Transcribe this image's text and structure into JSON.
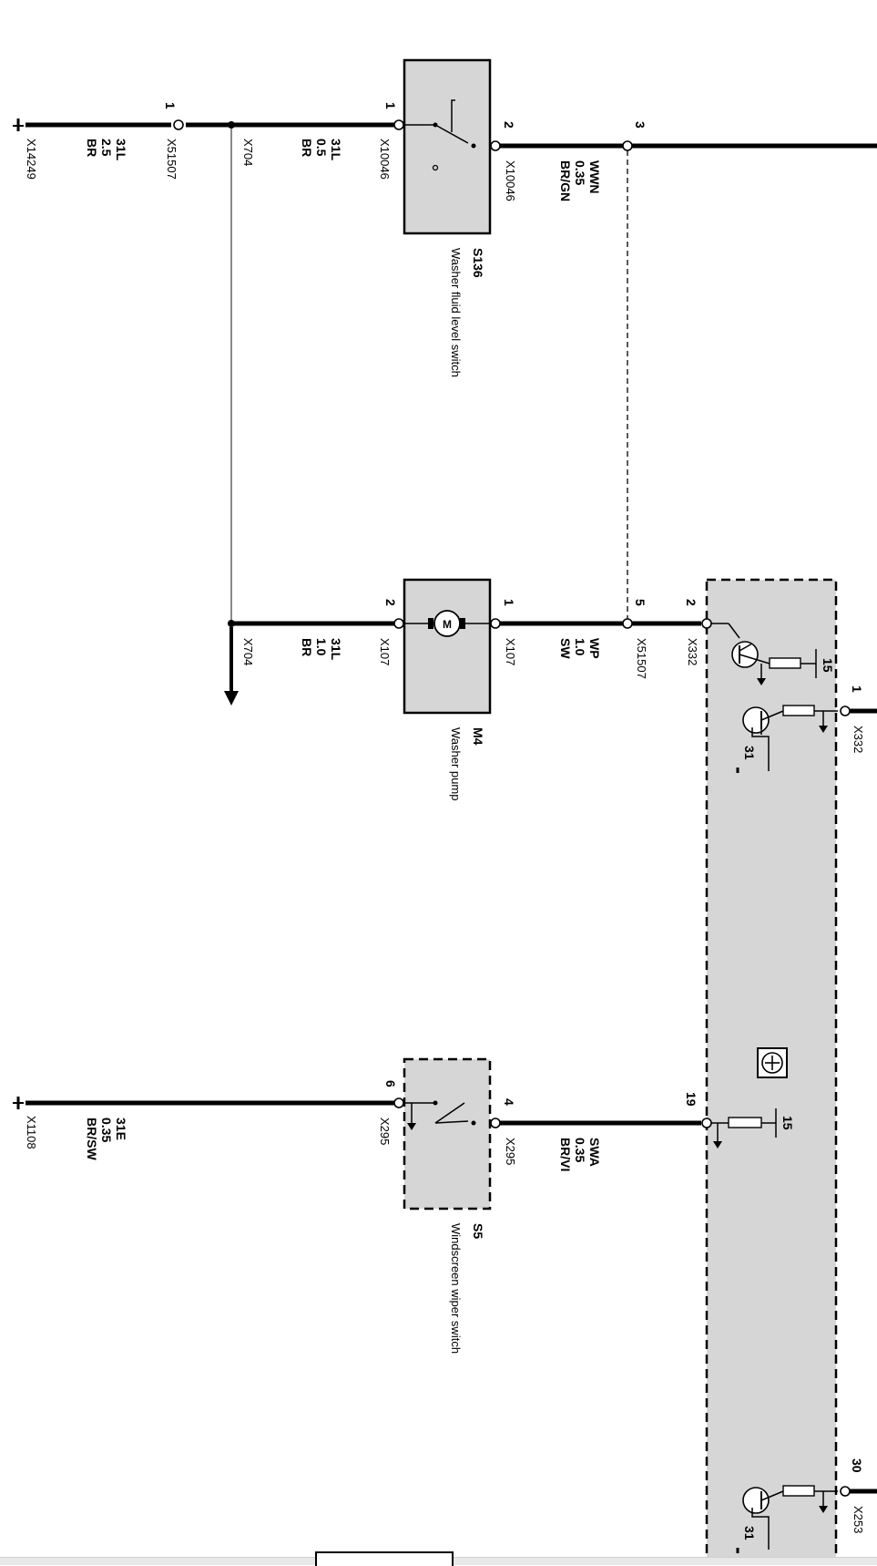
{
  "components": {
    "s136": {
      "id": "S136",
      "name": "Washer fluid level switch"
    },
    "m4": {
      "id": "M4",
      "name": "Washer pump"
    },
    "s5": {
      "id": "S5",
      "name": "Windscreen wiper switch"
    }
  },
  "pins": {
    "x51507_top": "1",
    "x10046_in": "1",
    "x10046_out": "2",
    "junction_3": "3",
    "x107_left": "2",
    "x107_right": "1",
    "x51507_mid": "5",
    "x332_in": "2",
    "x332_out": "1",
    "x295_left": "6",
    "x295_right": "4",
    "ecu_19": "19",
    "x253": "30"
  },
  "connectors": {
    "x14249": "X14249",
    "x51507_top": "X51507",
    "x704_top": "X704",
    "x10046_a": "X10046",
    "x10046_b": "X10046",
    "x704_mid": "X704",
    "x107_a": "X107",
    "x107_b": "X107",
    "x51507_mid": "X51507",
    "x332_a": "X332",
    "x332_b": "X332",
    "x1108": "X1108",
    "x295_a": "X295",
    "x295_b": "X295",
    "x253": "X253"
  },
  "wires": {
    "w1": {
      "signal": "31L",
      "gauge": "2.5",
      "color": "BR"
    },
    "w2": {
      "signal": "31L",
      "gauge": "0.5",
      "color": "BR"
    },
    "w3": {
      "signal": "WWN",
      "gauge": "0.35",
      "color": "BR/GN"
    },
    "w4": {
      "signal": "31L",
      "gauge": "1.0",
      "color": "BR"
    },
    "w5": {
      "signal": "WP",
      "gauge": "1.0",
      "color": "SW"
    },
    "w6": {
      "signal": "31E",
      "gauge": "0.35",
      "color": "BR/SW"
    },
    "w7": {
      "signal": "SWA",
      "gauge": "0.35",
      "color": "BR/VI"
    }
  },
  "terminals": {
    "t15a": "15",
    "t31a": "31",
    "t15b": "15",
    "t31b": "31"
  },
  "colors": {
    "wire": "#000000",
    "component_fill": "#d6d6d6",
    "ground_line": "#8a8a8a"
  }
}
